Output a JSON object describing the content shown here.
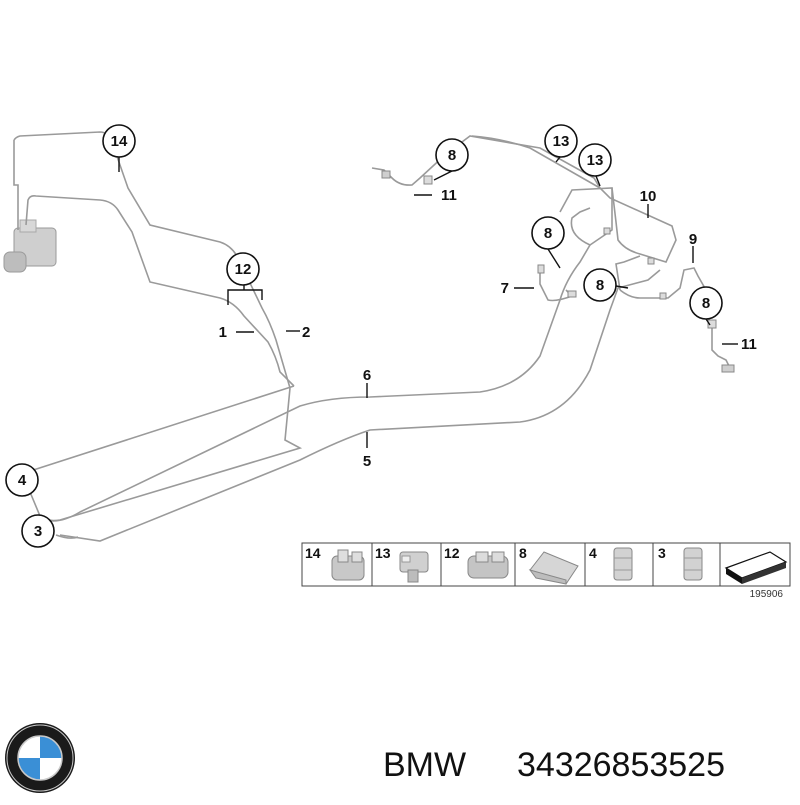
{
  "callouts": {
    "c14": "14",
    "c12": "12",
    "c8_top": "8",
    "c13_a": "13",
    "c13_b": "13",
    "c8_mid": "8",
    "c8_right": "8",
    "c8_far": "8",
    "c4": "4",
    "c3": "3"
  },
  "labels": {
    "l1": "1",
    "l2": "2",
    "l5": "5",
    "l6": "6",
    "l7": "7",
    "l9": "9",
    "l10": "10",
    "l11_top": "11",
    "l11_bottom": "11"
  },
  "legend": {
    "items": [
      "14",
      "13",
      "12",
      "8",
      "4",
      "3"
    ],
    "diagram_code": "195906"
  },
  "footer": {
    "brand": "BMW",
    "part_number": "34326853525"
  },
  "colors": {
    "pipe": "#9a9a9a",
    "logo_blue": "#3a8fd6",
    "logo_ring": "#1a1a1a"
  }
}
